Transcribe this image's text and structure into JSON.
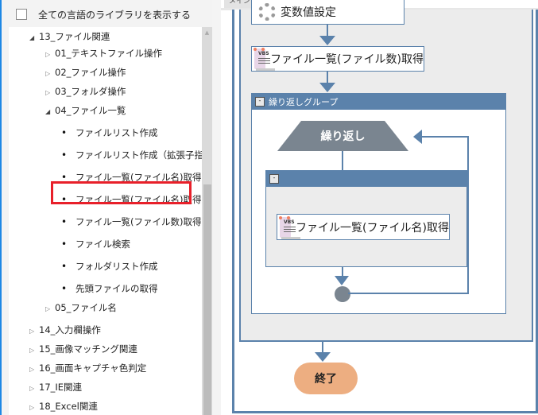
{
  "left_panel": {
    "show_all_languages_label": "全ての言語のライブラリを表示する",
    "show_all_languages_checked": false,
    "tree": [
      {
        "level": 1,
        "toggle": "expanded",
        "label": "13_ファイル関連"
      },
      {
        "level": 2,
        "toggle": "collapsed",
        "label": "01_テキストファイル操作"
      },
      {
        "level": 2,
        "toggle": "collapsed",
        "label": "02_ファイル操作"
      },
      {
        "level": 2,
        "toggle": "collapsed",
        "label": "03_フォルダ操作"
      },
      {
        "level": 2,
        "toggle": "expanded",
        "label": "04_ファイル一覧"
      },
      {
        "level": 3,
        "toggle": "leaf",
        "label": "ファイルリスト作成"
      },
      {
        "level": 3,
        "toggle": "leaf",
        "label": "ファイルリスト作成（拡張子指定）"
      },
      {
        "level": 3,
        "toggle": "leaf",
        "label": "ファイル一覧(ファイル名)取得(ソート)"
      },
      {
        "level": 3,
        "toggle": "leaf",
        "label": "ファイル一覧(ファイル名)取得",
        "highlighted": true
      },
      {
        "level": 3,
        "toggle": "leaf",
        "label": "ファイル一覧(ファイル数)取得"
      },
      {
        "level": 3,
        "toggle": "leaf",
        "label": "ファイル検索"
      },
      {
        "level": 3,
        "toggle": "leaf",
        "label": "フォルダリスト作成"
      },
      {
        "level": 3,
        "toggle": "leaf",
        "label": "先頭ファイルの取得"
      },
      {
        "level": 2,
        "toggle": "collapsed",
        "label": "05_ファイル名"
      },
      {
        "level": 1,
        "toggle": "collapsed",
        "label": "14_入力欄操作"
      },
      {
        "level": 1,
        "toggle": "collapsed",
        "label": "15_画像マッチング関連"
      },
      {
        "level": 1,
        "toggle": "collapsed",
        "label": "16_画面キャプチャ色判定"
      },
      {
        "level": 1,
        "toggle": "collapsed",
        "label": "17_IE関連"
      },
      {
        "level": 1,
        "toggle": "collapsed",
        "label": "18_Excel関連"
      }
    ],
    "highlight_color": "#e8202a"
  },
  "canvas": {
    "tab_label": "メイン",
    "nodes": {
      "set_variable": "変数値設定",
      "file_count": "ファイル一覧(ファイル数)取得",
      "loop_group_title": "繰り返しグループ",
      "loop_label": "繰り返し",
      "inner_group_title": "",
      "file_names": "ファイル一覧(ファイル名)取得",
      "end": "終了"
    },
    "icons": {
      "vbs_text": "VBS"
    },
    "colors": {
      "lane_border": "#5b82ab",
      "loop_shape": "#7a8590",
      "end_node": "#edae81",
      "lane_bg": "#ececec"
    },
    "collapse_glyph": "-"
  }
}
